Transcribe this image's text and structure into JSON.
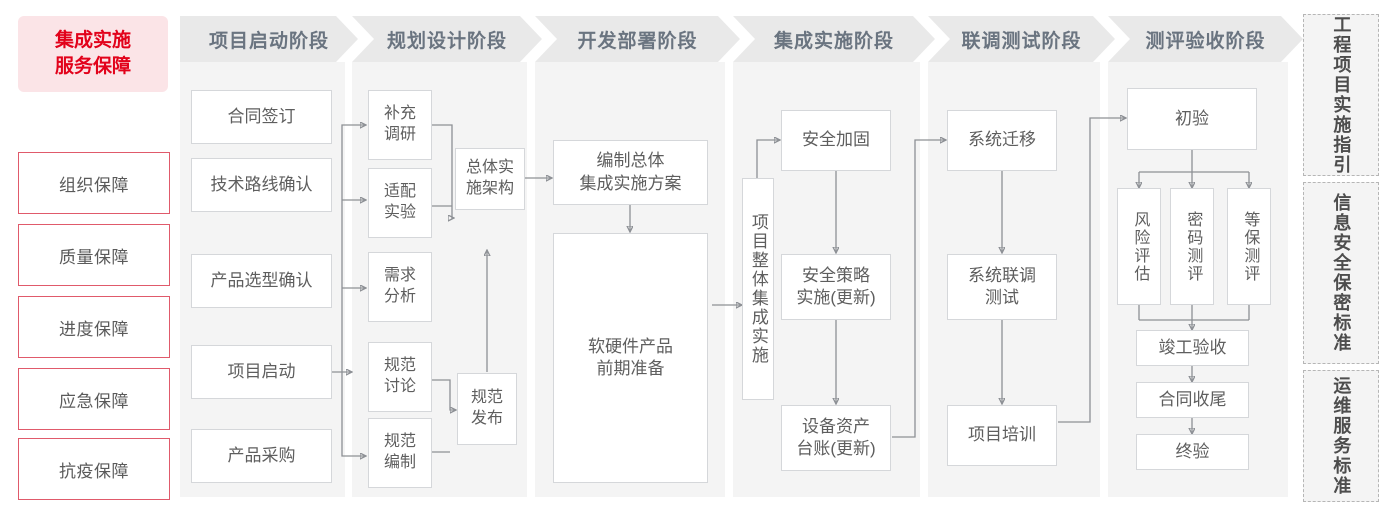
{
  "sidebar": {
    "lead_card": {
      "line1": "集成实施",
      "line2": "服务保障"
    },
    "items": [
      {
        "label": "组织保障"
      },
      {
        "label": "质量保障"
      },
      {
        "label": "进度保障"
      },
      {
        "label": "应急保障"
      },
      {
        "label": "抗疫保障"
      }
    ]
  },
  "phases": [
    {
      "title": "项目启动阶段"
    },
    {
      "title": "规划设计阶段"
    },
    {
      "title": "开发部署阶段"
    },
    {
      "title": "集成实施阶段"
    },
    {
      "title": "联调测试阶段"
    },
    {
      "title": "测评验收阶段"
    }
  ],
  "nodes": {
    "p1": [
      {
        "label": "合同签订"
      },
      {
        "label": "技术路线确认"
      },
      {
        "label": "产品选型确认"
      },
      {
        "label": "项目启动"
      },
      {
        "label": "产品采购"
      }
    ],
    "p2": [
      {
        "label": "补充\n调研"
      },
      {
        "label": "适配\n实验"
      },
      {
        "label": "需求\n分析"
      },
      {
        "label": "规范\n讨论"
      },
      {
        "label": "规范\n编制"
      },
      {
        "label": "总体实\n施架构"
      },
      {
        "label": "规范\n发布"
      }
    ],
    "p3": [
      {
        "label": "编制总体\n集成实施方案"
      },
      {
        "label": "软硬件产品\n前期准备"
      }
    ],
    "p4": [
      {
        "label": "项目整体集成实施"
      },
      {
        "label": "安全加固"
      },
      {
        "label": "安全策略\n实施(更新)"
      },
      {
        "label": "设备资产\n台账(更新)"
      }
    ],
    "p5": [
      {
        "label": "系统迁移"
      },
      {
        "label": "系统联调\n测试"
      },
      {
        "label": "项目培训"
      }
    ],
    "p6": [
      {
        "label": "初验"
      },
      {
        "label": "风险评估"
      },
      {
        "label": "密码测评"
      },
      {
        "label": "等保测评"
      },
      {
        "label": "竣工验收"
      },
      {
        "label": "合同收尾"
      },
      {
        "label": "终验"
      }
    ]
  },
  "standards": [
    {
      "label": "工程项目实施指引"
    },
    {
      "label": "信息安全保密标准"
    },
    {
      "label": "运维服务标准"
    }
  ],
  "colors": {
    "accent_red": "#e2021b",
    "accent_pink_bg": "#fbe4e7",
    "guarantee_border": "#e05a6b",
    "column_bg": "#f4f4f4",
    "header_bg": "#e9e9e9",
    "header_text": "#6a7480",
    "node_border": "#d5d7da",
    "node_text": "#5e5e5e",
    "wire": "#8d9095"
  }
}
